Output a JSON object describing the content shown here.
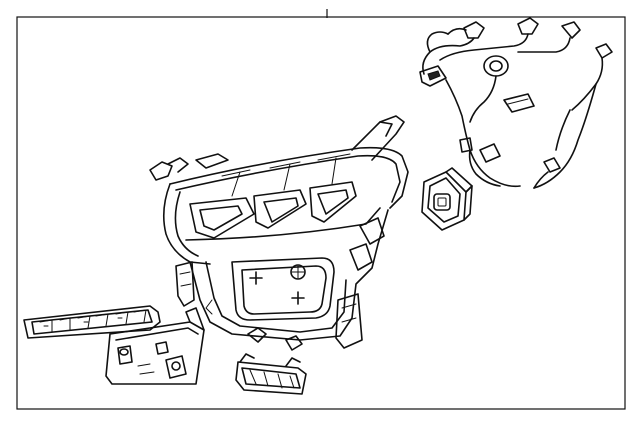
{
  "diagram": {
    "parts": [
      {
        "id": "headlamp-assembly",
        "icon": "headlamp-icon"
      },
      {
        "id": "wiring-harness",
        "icon": "wiring-harness-icon"
      },
      {
        "id": "control-module",
        "icon": "module-icon"
      },
      {
        "id": "lower-trim-bracket",
        "icon": "bracket-icon"
      },
      {
        "id": "mounting-bracket",
        "icon": "bracket-icon"
      },
      {
        "id": "small-bracket",
        "icon": "bracket-icon"
      }
    ]
  }
}
